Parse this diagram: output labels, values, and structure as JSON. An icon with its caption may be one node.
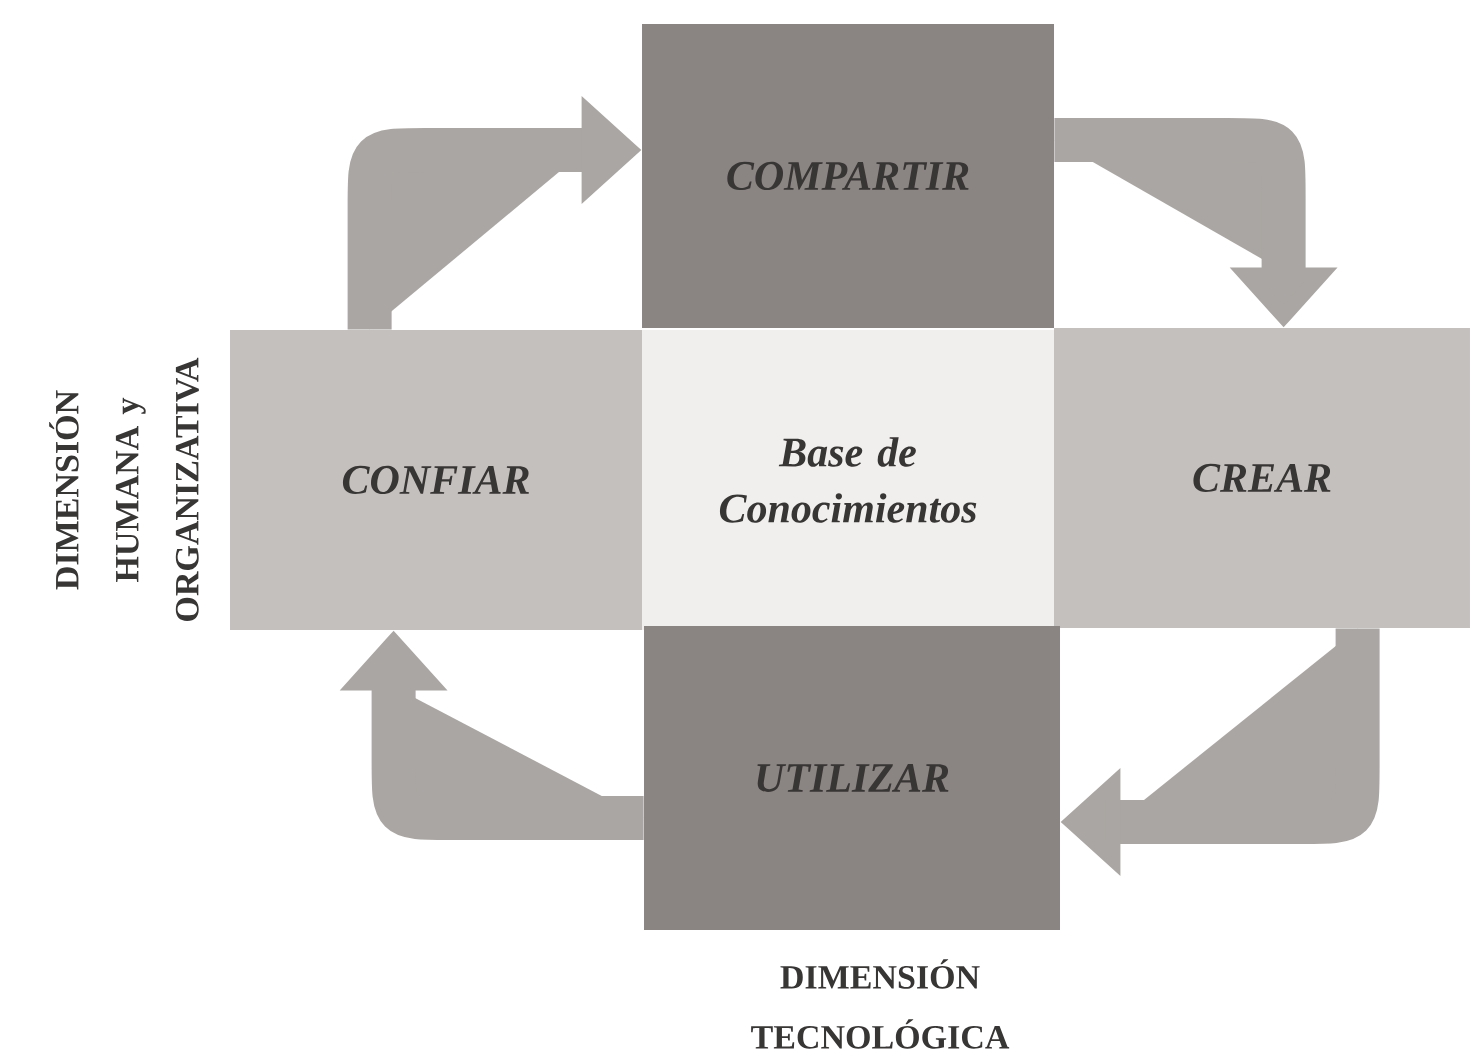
{
  "diagram": {
    "nodes": [
      {
        "text": [
          "COMPARTIR"
        ]
      },
      {
        "text": [
          "CONFIAR"
        ]
      },
      {
        "text": [
          "Base de Conocimientos"
        ]
      },
      {
        "text": [
          "CREAR"
        ]
      },
      {
        "text": [
          "UTILIZAR"
        ]
      }
    ],
    "edges": [
      {
        "from": 1,
        "to": 0,
        "arrow": "to"
      },
      {
        "from": 0,
        "to": 3,
        "arrow": "to"
      },
      {
        "from": 3,
        "to": 4,
        "arrow": "to"
      },
      {
        "from": 4,
        "to": 1,
        "arrow": "to"
      }
    ],
    "labels": [
      "DIMENSIÓN HUMANA y ORGANIZATIVA",
      "DIMENSIÓN TECNOLÓGICA"
    ]
  }
}
